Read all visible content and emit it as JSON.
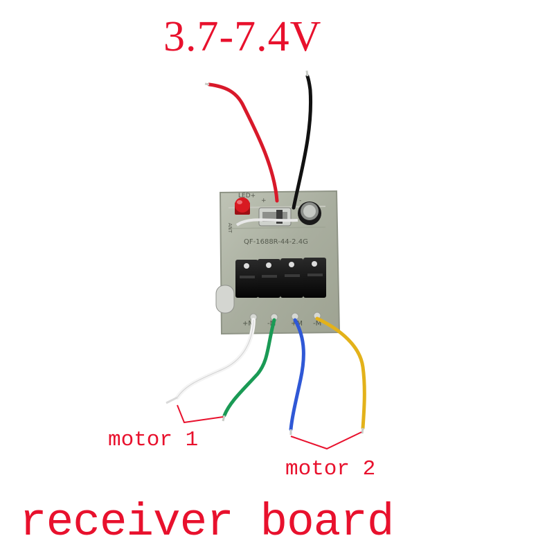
{
  "labels": {
    "voltage": "3.7-7.4V",
    "motor1": "motor 1",
    "motor2": "motor 2",
    "title": "receiver board"
  },
  "board": {
    "silkscreen": "QF-1688R-44-2.4G",
    "pin_led": "LED+",
    "pin_plus": "+",
    "pin_minus": "-",
    "pin_ant": "ANT",
    "pin_motor": [
      "+M",
      "-M",
      "+M",
      "-M"
    ]
  },
  "colors": {
    "label_red": "#e8112d",
    "wire_red": "#d8192a",
    "wire_black": "#111111",
    "wire_white": "#f4f4f4",
    "wire_green": "#1a9a55",
    "wire_blue": "#2f58d6",
    "wire_yellow": "#e3b21a",
    "pcb": "#a9aea0"
  }
}
